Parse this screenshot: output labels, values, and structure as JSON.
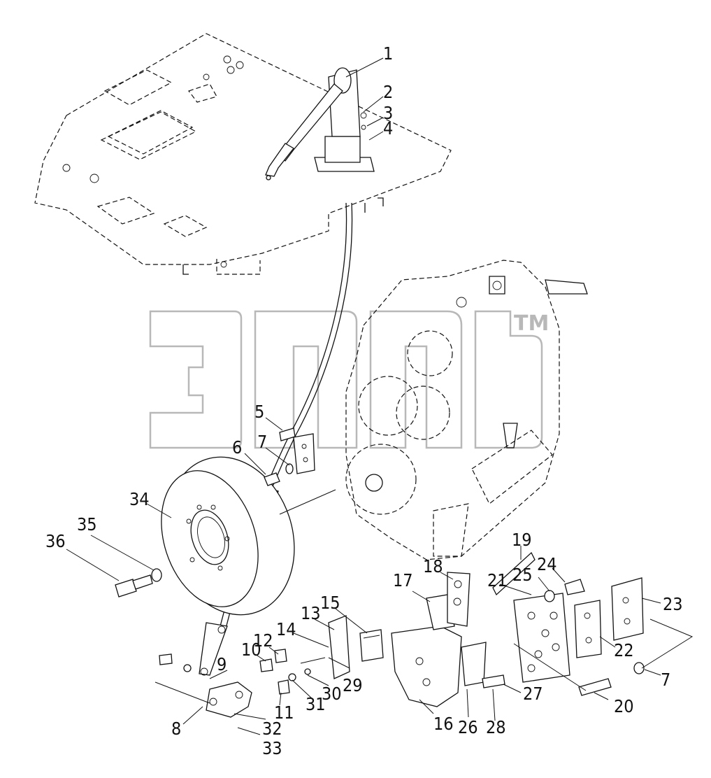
{
  "watermark": {
    "mark": "TM"
  },
  "part_labels": [
    {
      "id": "label-1",
      "text": "1"
    },
    {
      "id": "label-2",
      "text": "2"
    },
    {
      "id": "label-3",
      "text": "3"
    },
    {
      "id": "label-4",
      "text": "4"
    },
    {
      "id": "label-5",
      "text": "5"
    },
    {
      "id": "label-6",
      "text": "6"
    },
    {
      "id": "label-7a",
      "text": "7"
    },
    {
      "id": "label-7b",
      "text": "7"
    },
    {
      "id": "label-8",
      "text": "8"
    },
    {
      "id": "label-9",
      "text": "9"
    },
    {
      "id": "label-10",
      "text": "10"
    },
    {
      "id": "label-11",
      "text": "11"
    },
    {
      "id": "label-12",
      "text": "12"
    },
    {
      "id": "label-13",
      "text": "13"
    },
    {
      "id": "label-14",
      "text": "14"
    },
    {
      "id": "label-15",
      "text": "15"
    },
    {
      "id": "label-16",
      "text": "16"
    },
    {
      "id": "label-17",
      "text": "17"
    },
    {
      "id": "label-18",
      "text": "18"
    },
    {
      "id": "label-19",
      "text": "19"
    },
    {
      "id": "label-20",
      "text": "20"
    },
    {
      "id": "label-21",
      "text": "21"
    },
    {
      "id": "label-22",
      "text": "22"
    },
    {
      "id": "label-23",
      "text": "23"
    },
    {
      "id": "label-24",
      "text": "24"
    },
    {
      "id": "label-25",
      "text": "25"
    },
    {
      "id": "label-26",
      "text": "26"
    },
    {
      "id": "label-27",
      "text": "27"
    },
    {
      "id": "label-28",
      "text": "28"
    },
    {
      "id": "label-29",
      "text": "29"
    },
    {
      "id": "label-30",
      "text": "30"
    },
    {
      "id": "label-31",
      "text": "31"
    },
    {
      "id": "label-32",
      "text": "32"
    },
    {
      "id": "label-33",
      "text": "33"
    },
    {
      "id": "label-34",
      "text": "34"
    },
    {
      "id": "label-35",
      "text": "35"
    },
    {
      "id": "label-36",
      "text": "36"
    }
  ]
}
